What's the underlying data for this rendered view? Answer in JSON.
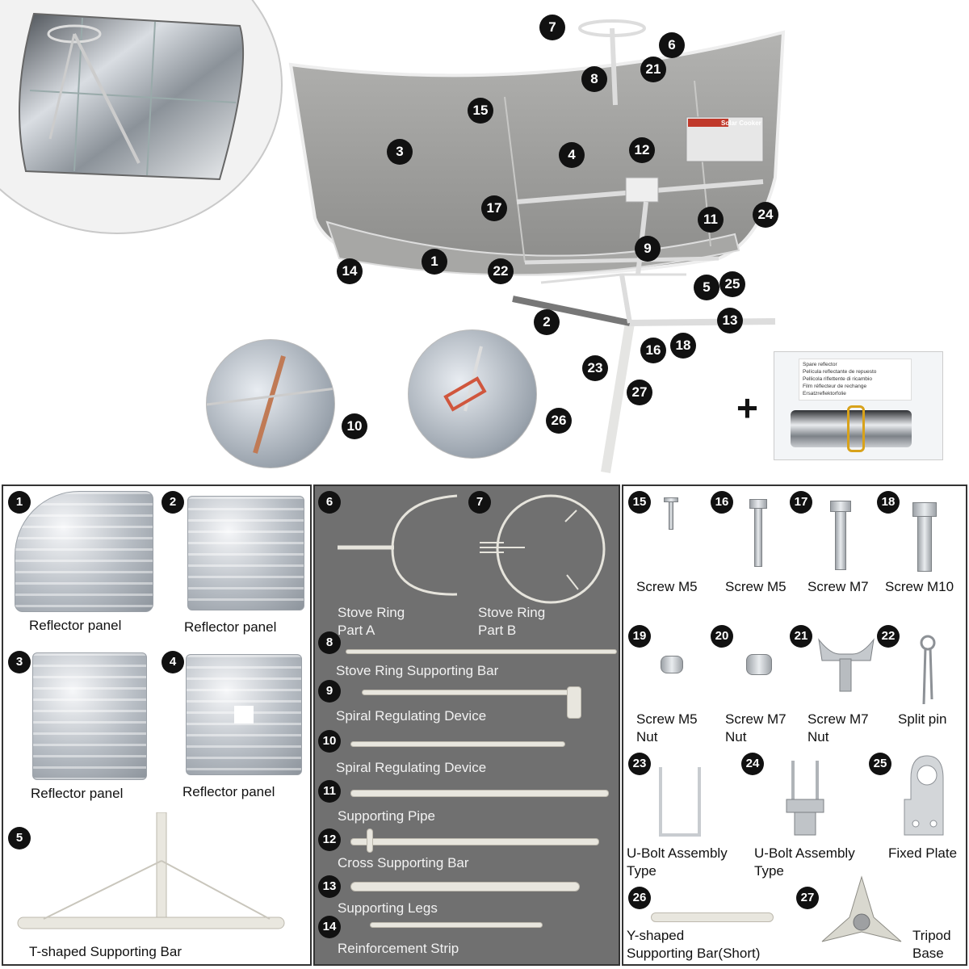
{
  "callouts_main": [
    "7",
    "6",
    "21",
    "8",
    "15",
    "3",
    "4",
    "12",
    "17",
    "11",
    "24",
    "14",
    "1",
    "9",
    "22",
    "5",
    "25",
    "2",
    "13",
    "23",
    "16",
    "18",
    "27",
    "10",
    "26"
  ],
  "plus_sign": "+",
  "spare_pack": {
    "lines": [
      "Spare reflector",
      "Película reflectante de repuesto",
      "Pellicola riflettente di ricambio",
      "Film réflecteur de rechange",
      "Ersatzreflektorfolie"
    ]
  },
  "cooker_label": {
    "title": "Solar Cooker"
  },
  "parts": [
    {
      "num": "1",
      "label": "Reflector panel"
    },
    {
      "num": "2",
      "label": "Reflector panel"
    },
    {
      "num": "3",
      "label": "Reflector panel"
    },
    {
      "num": "4",
      "label": "Reflector panel"
    },
    {
      "num": "5",
      "label": "T-shaped Supporting Bar"
    },
    {
      "num": "6",
      "label": "Stove Ring\nPart A"
    },
    {
      "num": "7",
      "label": "Stove Ring\nPart B"
    },
    {
      "num": "8",
      "label": "Stove Ring Supporting Bar"
    },
    {
      "num": "9",
      "label": "Spiral Regulating Device"
    },
    {
      "num": "10",
      "label": "Spiral Regulating Device"
    },
    {
      "num": "11",
      "label": "Supporting Pipe"
    },
    {
      "num": "12",
      "label": "Cross Supporting Bar"
    },
    {
      "num": "13",
      "label": "Supporting Legs"
    },
    {
      "num": "14",
      "label": "Reinforcement Strip"
    },
    {
      "num": "15",
      "label": "Screw M5"
    },
    {
      "num": "16",
      "label": "Screw M5"
    },
    {
      "num": "17",
      "label": "Screw M7"
    },
    {
      "num": "18",
      "label": "Screw M10"
    },
    {
      "num": "19",
      "label": "Screw M5\nNut"
    },
    {
      "num": "20",
      "label": "Screw M7\nNut"
    },
    {
      "num": "21",
      "label": "Screw M7\nNut"
    },
    {
      "num": "22",
      "label": "Split pin"
    },
    {
      "num": "23",
      "label": "U-Bolt Assembly\nType"
    },
    {
      "num": "24",
      "label": "U-Bolt Assembly\nType"
    },
    {
      "num": "25",
      "label": "Fixed Plate"
    },
    {
      "num": "26",
      "label": "Y-shaped\nSupporting Bar(Short)"
    },
    {
      "num": "27",
      "label": "Tripod\nBase"
    }
  ],
  "colors": {
    "mid_panel_bg": "#707070",
    "badge": "#111111",
    "dish_back": "#9c9c9c"
  }
}
